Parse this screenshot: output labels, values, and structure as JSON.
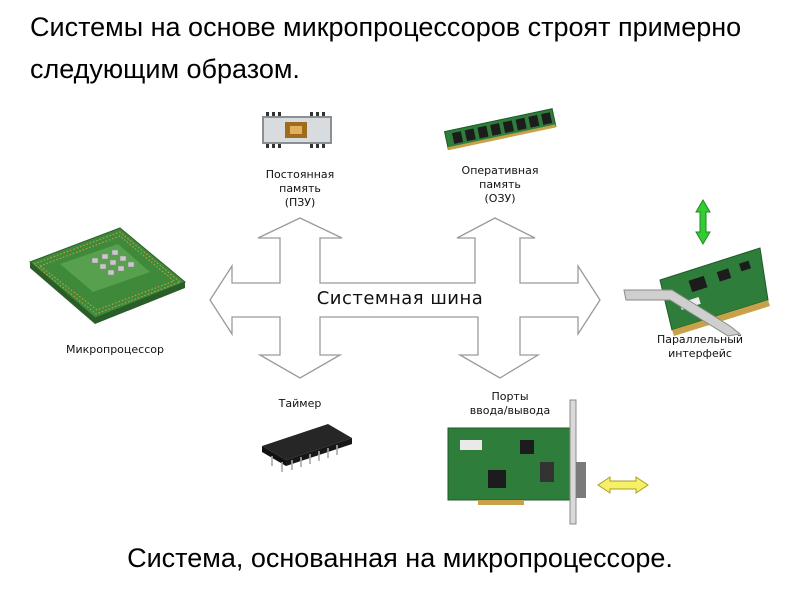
{
  "title": "Системы на основе микропроцессоров строят примерно следующим образом.",
  "caption": "Система, основанная на микропроцессоре.",
  "bus": {
    "label": "Системная шина"
  },
  "components": {
    "rom": {
      "lines": [
        "Постоянная",
        "память",
        "(ПЗУ)"
      ]
    },
    "ram": {
      "lines": [
        "Оперативная",
        "память",
        "(ОЗУ)"
      ]
    },
    "cpu": {
      "label": "Микропроцессор"
    },
    "parallel": {
      "lines": [
        "Параллельный",
        "интерфейс"
      ]
    },
    "timer": {
      "label": "Таймер"
    },
    "io": {
      "lines": [
        "Порты",
        "ввода/вывода"
      ]
    }
  },
  "colors": {
    "pcb_green": "#2f7d3a",
    "arrow_green": "#33cc33",
    "arrow_yellow": "#f5ef6a",
    "gold": "#c8a24a"
  }
}
